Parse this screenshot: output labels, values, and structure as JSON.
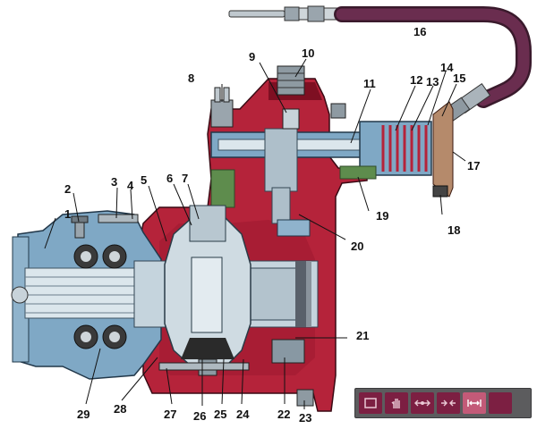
{
  "labels": [
    "1",
    "2",
    "3",
    "4",
    "5",
    "6",
    "7",
    "8",
    "9",
    "10",
    "11",
    "12",
    "13",
    "14",
    "15",
    "16",
    "17",
    "18",
    "19",
    "20",
    "21",
    "22",
    "23",
    "24",
    "25",
    "26",
    "27",
    "28",
    "29"
  ],
  "toolbar": {
    "icons": [
      "frame-icon",
      "hand-icon",
      "move-arrows-icon",
      "split-arrows-icon",
      "fit-arrows-icon",
      "blank-icon"
    ],
    "active_index": 4
  },
  "colors": {
    "housing": "#b5233a",
    "housing_dark": "#7e0f22",
    "steel": "#aebfca",
    "steel_light": "#dbe6ec",
    "blue_cover": "#7fa8c5",
    "green_plate": "#5e8c4d",
    "hose": "#6a2d4f",
    "toolbar_bg": "#5c5c5e",
    "toolbar_btn": "#7c1f42",
    "toolbar_active": "#c35a78"
  }
}
